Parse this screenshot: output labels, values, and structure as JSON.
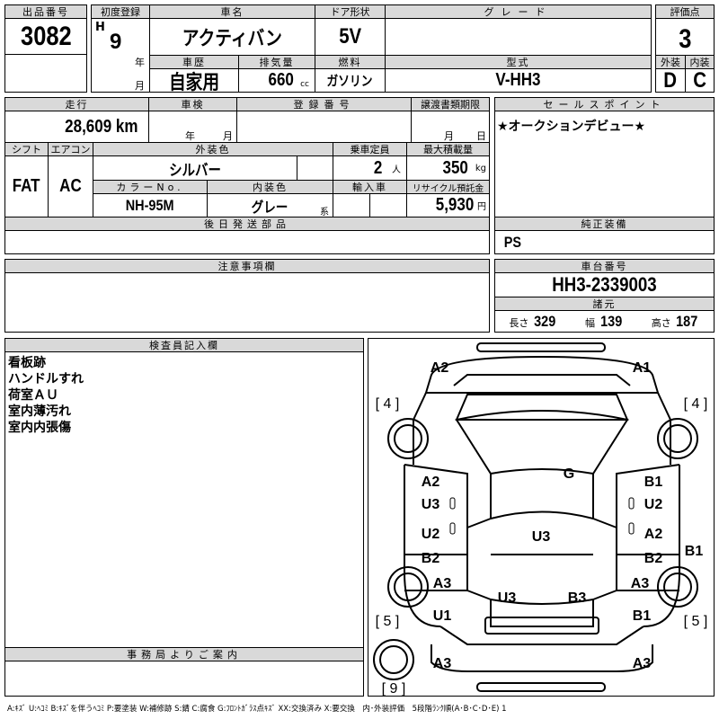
{
  "lot": {
    "label": "出品番号",
    "value": "3082"
  },
  "first_reg": {
    "label": "初度登録",
    "era": "H",
    "year": "9",
    "year_unit": "年",
    "month_unit": "月"
  },
  "car_name": {
    "label": "車名",
    "value": "アクティバン"
  },
  "door": {
    "label": "ドア形状",
    "value": "5V"
  },
  "grade": {
    "label": "グレード",
    "value": ""
  },
  "score": {
    "label": "評価点",
    "value": "3",
    "ext_label": "外装",
    "int_label": "内装",
    "ext": "D",
    "int": "C"
  },
  "history": {
    "label": "車歴",
    "value": "自家用"
  },
  "displacement": {
    "label": "排気量",
    "value": "660",
    "unit": "cc"
  },
  "fuel": {
    "label": "燃料",
    "value": "ガソリン"
  },
  "model": {
    "label": "型式",
    "value": "V-HH3"
  },
  "mileage": {
    "label": "走行",
    "value": "28,609 km"
  },
  "inspection": {
    "label": "車検",
    "year_unit": "年",
    "month_unit": "月"
  },
  "reg_number": {
    "label": "登録番号"
  },
  "transfer": {
    "label": "譲渡書類期限",
    "month_unit": "月",
    "day_unit": "日"
  },
  "sales_point": {
    "label": "セールスポイント",
    "value": "★オークションデビュー★"
  },
  "shift": {
    "label": "シフト",
    "value": "FAT"
  },
  "aircon": {
    "label": "エアコン",
    "value": "AC"
  },
  "ext_color": {
    "label": "外装色",
    "value": "シルバー"
  },
  "capacity": {
    "label": "乗車定員",
    "value": "2",
    "unit": "人"
  },
  "max_load": {
    "label": "最大積載量",
    "value": "350",
    "unit": "kg"
  },
  "color_no": {
    "label": "カラーNo.",
    "value": "NH-95M"
  },
  "int_color": {
    "label": "内装色",
    "value": "グレー",
    "suffix": "系"
  },
  "import": {
    "label": "輸入車"
  },
  "recycle": {
    "label": "リサイクル預託金",
    "value": "5,930",
    "unit": "円"
  },
  "later_parts": {
    "label": "後日発送部品"
  },
  "equipment": {
    "label": "純正装備",
    "value": "PS"
  },
  "notes": {
    "label": "注意事項欄"
  },
  "chassis": {
    "label": "車台番号",
    "value": "HH3-2339003"
  },
  "specs": {
    "label": "諸元",
    "length_label": "長さ",
    "length": "329",
    "width_label": "幅",
    "width": "139",
    "height_label": "高さ",
    "height": "187"
  },
  "inspector": {
    "label": "検査員記入欄",
    "lines": [
      "看板跡",
      "ハンドルすれ",
      "荷室ＡＵ",
      "室内薄汚れ",
      "室内内張傷"
    ]
  },
  "office": {
    "label": "事務局よりご案内"
  },
  "diagram_labels": [
    "A2",
    "A1",
    "[ 4 ]",
    "[ 4 ]",
    "A2",
    "U3",
    "G",
    "B1",
    "U2",
    "U2",
    "B2",
    "U3",
    "A2",
    "B2",
    "B1",
    "A3",
    "A3",
    "U3",
    "B3",
    "U1",
    "B1",
    "[ 5 ]",
    "[ 5 ]",
    "A3",
    "A3",
    "[ 9 ]"
  ],
  "legend": "A:ｷｽﾞ U:ﾍｺﾐ B:ｷｽﾞを伴うﾍｺﾐ P:要塗装 W:補修跡 S:錆 C:腐食 G:ﾌﾛﾝﾄｶﾞﾗｽ点ｷｽﾞ XX:交換済み X:要交換　内･外装評価　5段階ﾗﾝｸ順(A･B･C･D･E) 1"
}
